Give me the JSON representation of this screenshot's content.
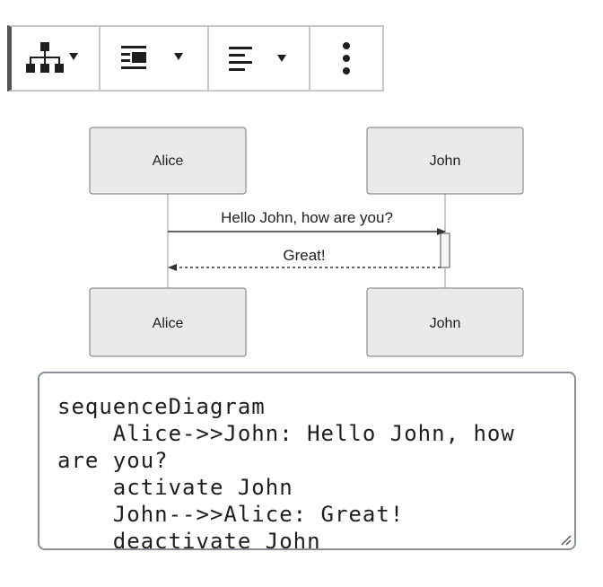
{
  "toolbar": {
    "buttons": [
      {
        "icon": "hierarchy-icon",
        "has_dropdown": true
      },
      {
        "icon": "media-text-icon",
        "has_dropdown": true
      },
      {
        "icon": "align-left-icon",
        "has_dropdown": true
      },
      {
        "icon": "more-options-icon",
        "has_dropdown": false
      }
    ]
  },
  "diagram": {
    "participants": {
      "top_left": "Alice",
      "top_right": "John",
      "bottom_left": "Alice",
      "bottom_right": "John"
    },
    "messages": {
      "request": "Hello John, how are you?",
      "reply": "Great!"
    }
  },
  "editor": {
    "code": "sequenceDiagram\n    Alice->>John: Hello John, how are you?\n    activate John\n    John-->>Alice: Great!\n    deactivate John"
  },
  "colors": {
    "actor_fill": "#eaeaea",
    "actor_stroke": "#777777",
    "line": "#333333",
    "toolbar_border": "#c8c8c8",
    "toolbar_accent": "#555555"
  }
}
